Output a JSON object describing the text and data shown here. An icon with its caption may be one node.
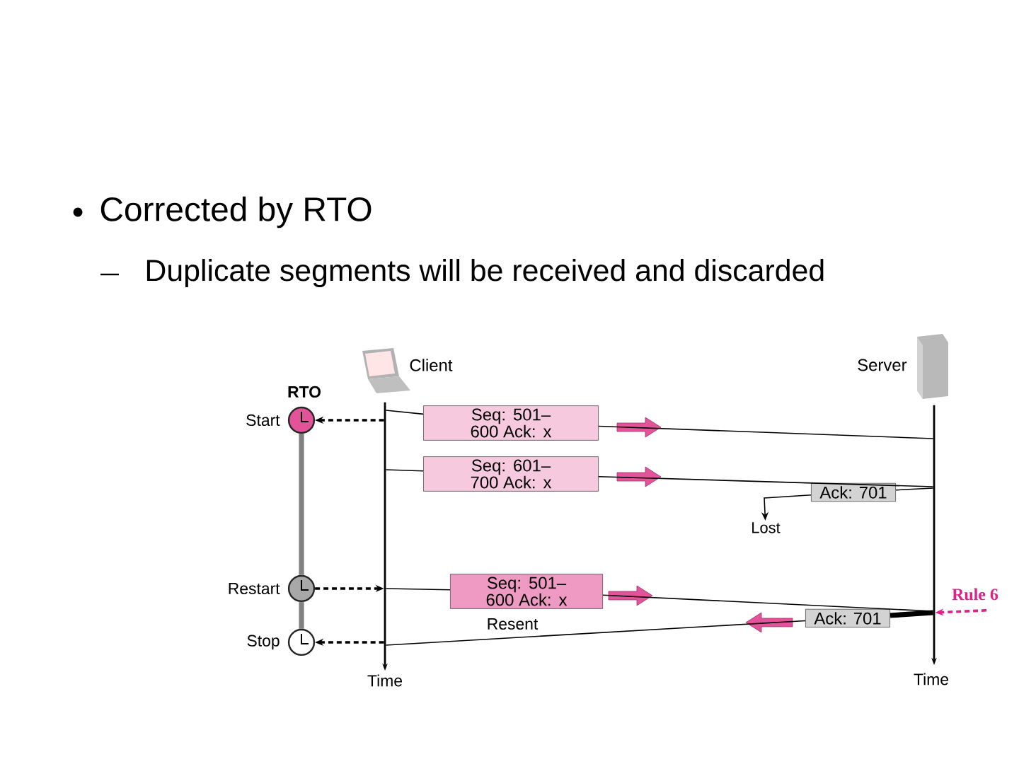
{
  "diagram": {
    "nodes": [
      {
        "text": [
          "Client"
        ]
      },
      {
        "text": [
          "Server"
        ]
      },
      {
        "text": [],
        "shape": "bar",
        "beside": [
          "Time"
        ]
      },
      {
        "text": [],
        "shape": "bar",
        "beside": [
          "Time"
        ]
      },
      {
        "text": [],
        "shape": "circle",
        "beside": [
          "RTO",
          "Start"
        ]
      },
      {
        "text": [],
        "shape": "circle",
        "beside": [
          "Restart"
        ]
      },
      {
        "text": [],
        "shape": "circle",
        "beside": [
          "Stop"
        ]
      },
      {
        "text": [
          "Seq: 501–600 Ack: x"
        ]
      },
      {
        "text": [
          "Seq: 601–700 Ack: x"
        ]
      },
      {
        "text": [
          "Ack: 701"
        ]
      },
      {
        "text": [
          "Lost"
        ]
      },
      {
        "text": [
          "Seq: 501–600 Ack: x"
        ],
        "beside": [
          "Resent"
        ]
      },
      {
        "text": [
          "Ack: 701"
        ]
      },
      {
        "text": [
          "Rule 6"
        ]
      }
    ],
    "edges": [
      {
        "from": 2,
        "to": 4,
        "arrow": "to",
        "style": "dashed"
      },
      {
        "from": 5,
        "to": 2,
        "arrow": "to",
        "style": "dashed"
      },
      {
        "from": 2,
        "to": 6,
        "arrow": "to",
        "style": "dashed"
      },
      {
        "from": 9,
        "to": 10,
        "arrow": "to"
      },
      {
        "from": 13,
        "to": 3,
        "arrow": "to",
        "style": "dashed",
        "color": "#e0218a"
      },
      {
        "from": 4,
        "to": 5,
        "arrow": "none",
        "style": "thick",
        "color": "#808080"
      },
      {
        "from": 5,
        "to": 6,
        "arrow": "none",
        "style": "thick",
        "color": "#808080"
      },
      {
        "from": 2,
        "to": 7,
        "arrow": "none"
      },
      {
        "from": 7,
        "to": 3,
        "arrow": "none"
      },
      {
        "from": 2,
        "to": 8,
        "arrow": "none"
      },
      {
        "from": 8,
        "to": 3,
        "arrow": "none"
      },
      {
        "from": 3,
        "to": 9,
        "arrow": "none"
      },
      {
        "from": 2,
        "to": 11,
        "arrow": "none"
      },
      {
        "from": 11,
        "to": 3,
        "arrow": "none"
      },
      {
        "from": 3,
        "to": 12,
        "arrow": "none",
        "style": "thick"
      },
      {
        "from": 12,
        "to": 2,
        "arrow": "none"
      }
    ],
    "labels": [
      "Corrected by RTO",
      "Duplicate segments will be received and discarded"
    ]
  }
}
